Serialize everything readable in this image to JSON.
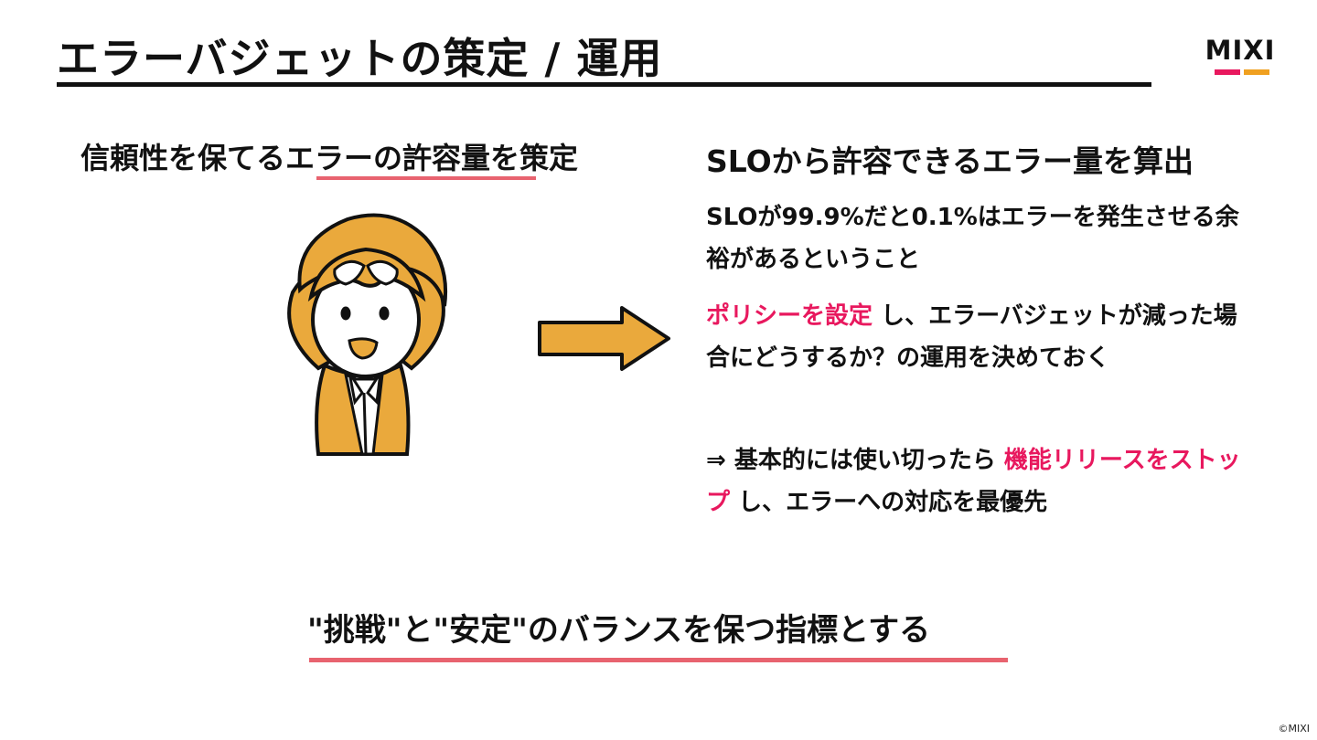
{
  "slide": {
    "title": "エラーバジェットの策定 / 運用",
    "logo_text": "MIXI",
    "copyright": "©MIXI"
  },
  "left": {
    "heading": "信頼性を保てるエラーの許容量を策定"
  },
  "right": {
    "heading": "SLOから許容できるエラー量を算出",
    "para1": "SLOが99.9%だと0.1%はエラーを発生させる余裕があるということ",
    "para2_highlight": "ポリシーを設定",
    "para2_rest": " し、エラーバジェットが減った場合にどうするか？の運用を決めておく",
    "para3_prefix": "⇒ 基本的には使い切ったら ",
    "para3_highlight": "機能リリースをストップ",
    "para3_rest": " し、エラーへの対応を最優先"
  },
  "bottom": {
    "text": "\"挑戦\"と\"安定\"のバランスを保つ指標とする"
  },
  "colors": {
    "accent": "#e8185e",
    "underline": "#e8636f",
    "illustration": "#eaa93c",
    "logo_pink": "#e8185e",
    "logo_orange": "#f0a020",
    "text": "#111111"
  },
  "icons": {
    "character": "person-holding-head-illustration",
    "arrow": "right-arrow-icon"
  }
}
